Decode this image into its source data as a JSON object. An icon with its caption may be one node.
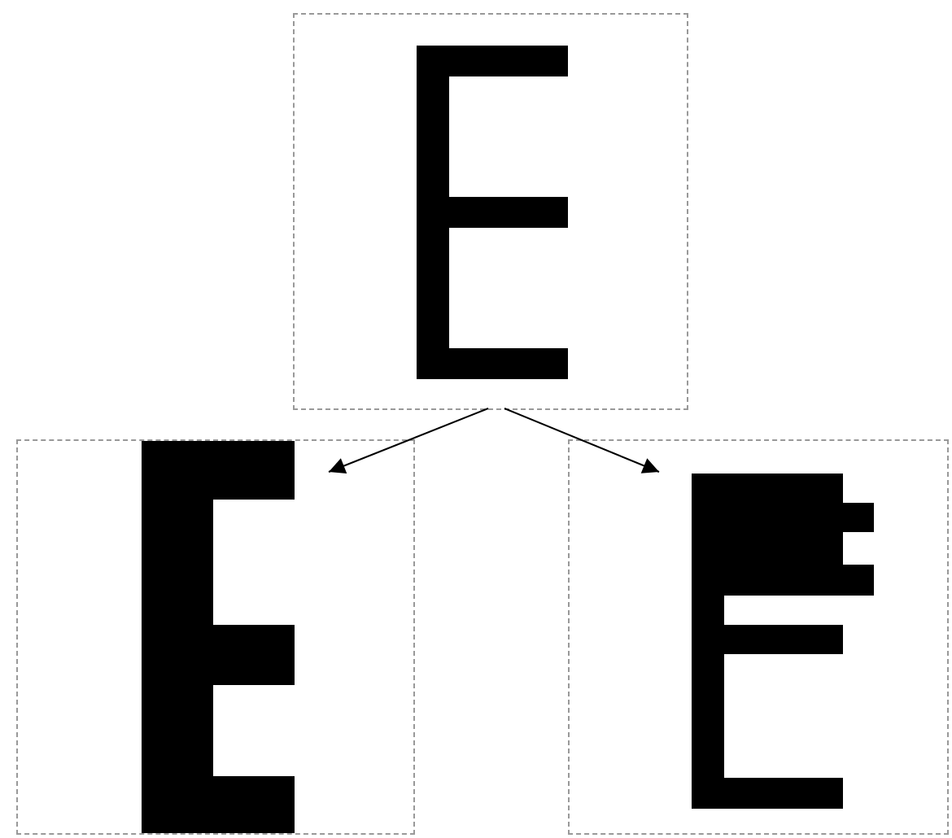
{
  "diagram": {
    "nodes": [
      {
        "text": [],
        "shape": "picture"
      },
      {
        "text": [],
        "shape": "picture"
      },
      {
        "text": [],
        "shape": "picture"
      }
    ],
    "edges": [
      {
        "from": 0,
        "to": 1,
        "arrow": "to"
      },
      {
        "from": 0,
        "to": 2,
        "arrow": "to"
      }
    ]
  }
}
